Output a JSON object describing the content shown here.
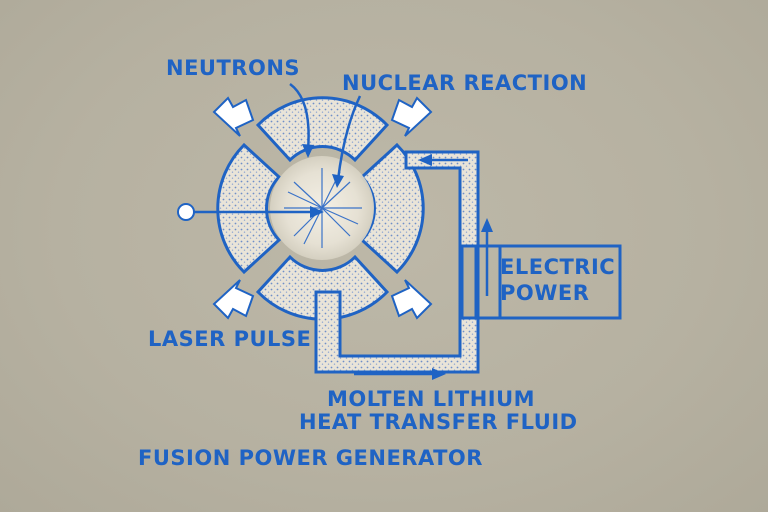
{
  "labels": {
    "neutrons": "NEUTRONS",
    "nuclear_reaction": "NUCLEAR REACTION",
    "electric_power_line1": "ELECTRIC",
    "electric_power_line2": "POWER",
    "laser_pulse": "LASER PULSE",
    "molten_lithium_line1": "MOLTEN LITHIUM",
    "heat_transfer_line2": "HEAT TRANSFER FLUID",
    "caption": "FUSION POWER GENERATOR"
  },
  "colors": {
    "ink": "#1f63c4",
    "background": "#b7b2a2",
    "stipple": "#ece7db",
    "arrow_fill": "#ffffff"
  }
}
